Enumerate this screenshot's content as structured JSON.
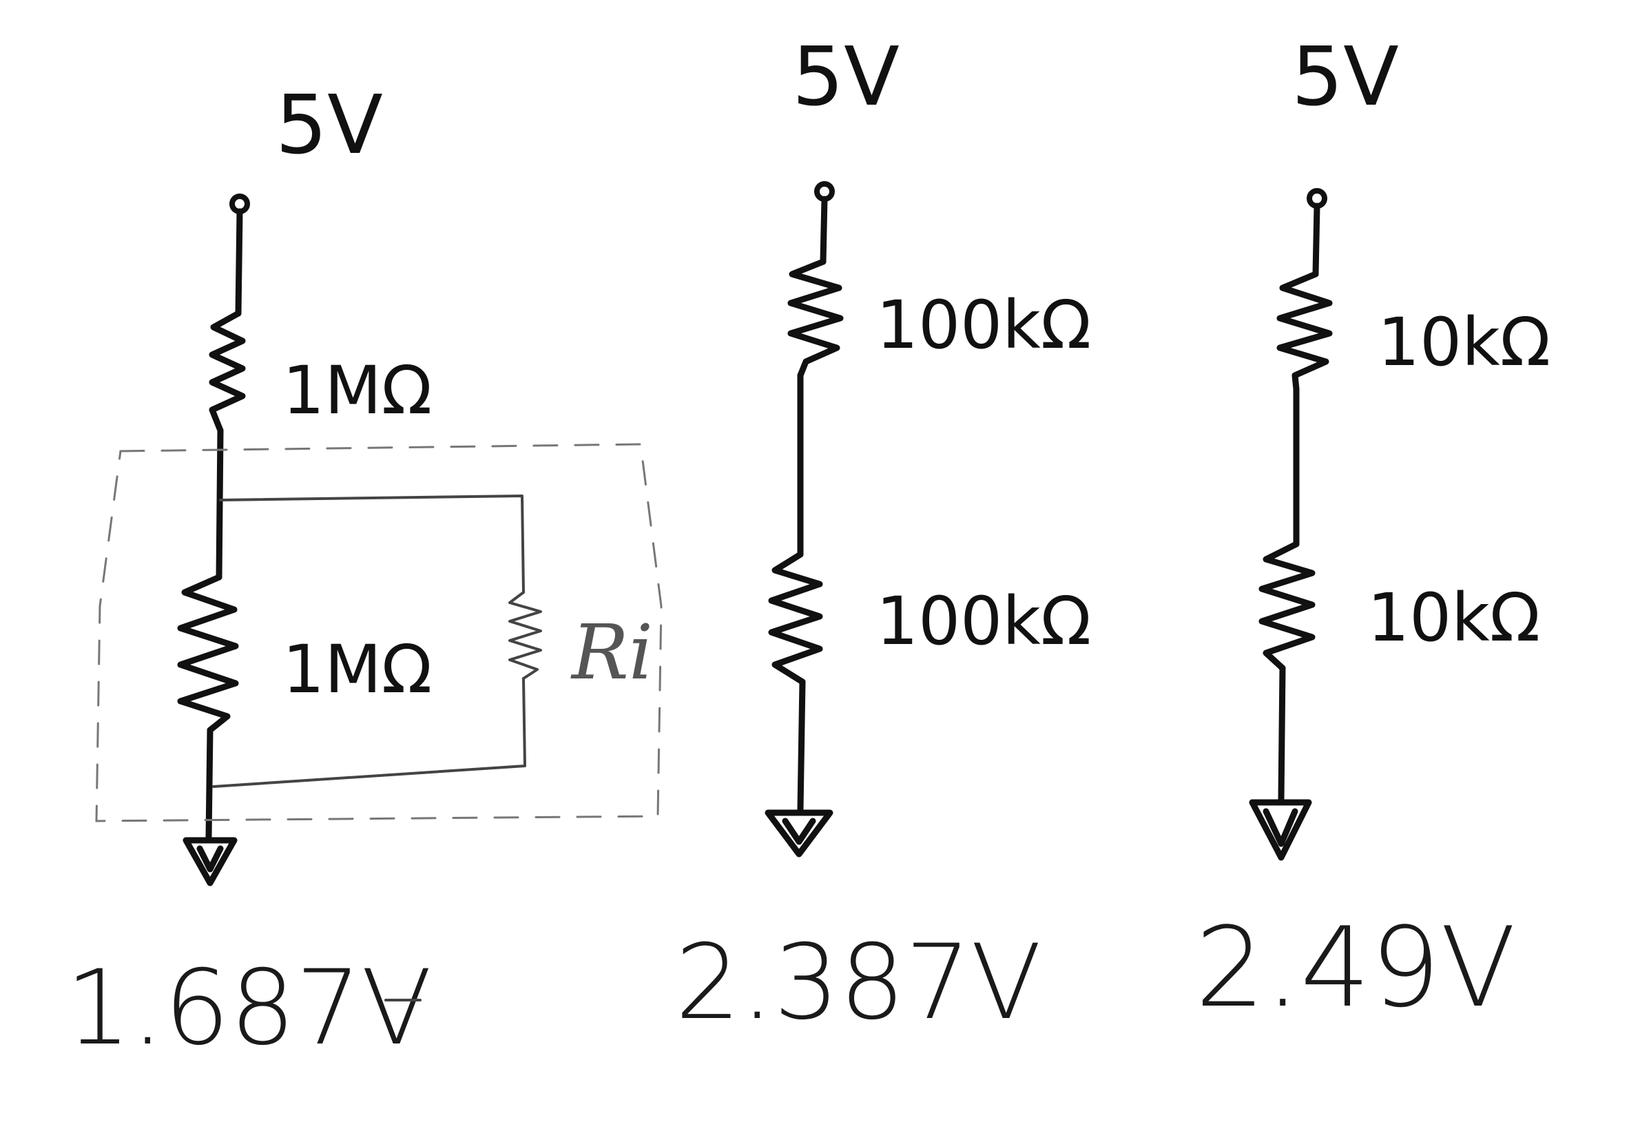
{
  "circuits": [
    {
      "supply_label": "5V",
      "top_resistor_label": "1MΩ",
      "bottom_resistor_label": "1MΩ",
      "input_resistance_label": "Ri",
      "measured_voltage": "1.687V"
    },
    {
      "supply_label": "5V",
      "top_resistor_label": "100kΩ",
      "bottom_resistor_label": "100kΩ",
      "measured_voltage": "2.387V"
    },
    {
      "supply_label": "5V",
      "top_resistor_label": "10kΩ",
      "bottom_resistor_label": "10kΩ",
      "measured_voltage": "2.49V"
    }
  ],
  "colors": {
    "ink": "#111111",
    "pencil": "#444444",
    "background": "#ffffff"
  }
}
